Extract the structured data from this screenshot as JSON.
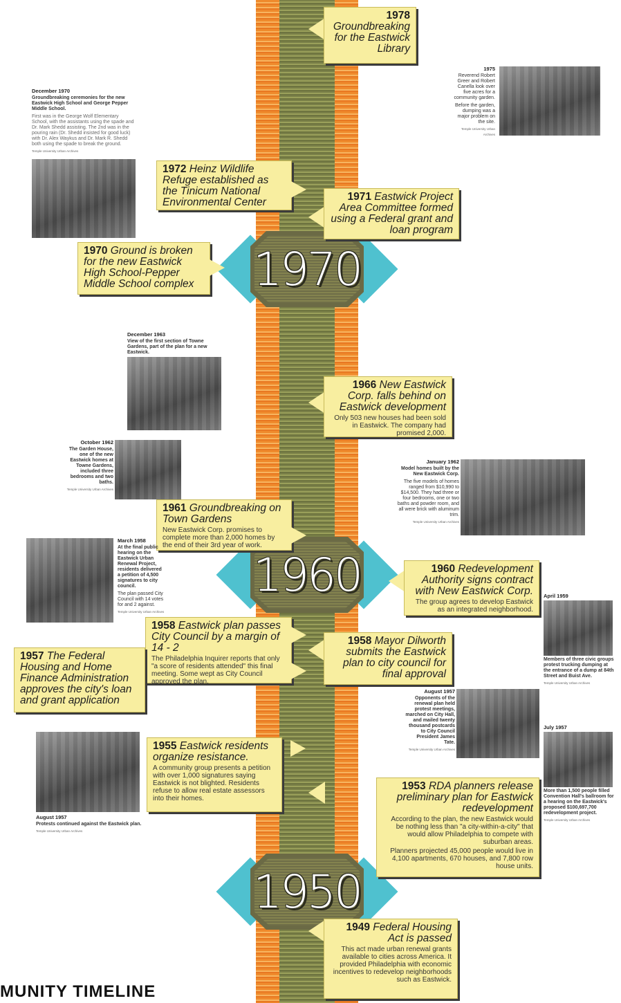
{
  "page_heading": "MUNITY TIMELINE",
  "years": {
    "y1970": "1970",
    "y1960": "1960",
    "y1950": "1950"
  },
  "events": {
    "e1978": {
      "year": "1978",
      "title": "Groundbreaking for the Eastwick Library"
    },
    "e1972": {
      "year": "1972",
      "title": "Heinz Wildlife Refuge established as the Tinicum National Environmental Center"
    },
    "e1971": {
      "year": "1971",
      "title": "Eastwick Project Area Committee formed using a Federal grant and loan program"
    },
    "e1970": {
      "year": "1970",
      "title": "Ground is broken for the new Eastwick High School-Pepper Middle School complex"
    },
    "e1966": {
      "year": "1966",
      "title": "New Eastwick Corp. falls behind on Eastwick development",
      "detail": "Only 503 new houses had been sold in Eastwick. The company had promised 2,000."
    },
    "e1961": {
      "year": "1961",
      "title": "Groundbreaking on Town Gardens",
      "detail": "New Eastwick Corp. promises to complete more than 2,000 homes by the end of their 3rd year of work."
    },
    "e1960": {
      "year": "1960",
      "title": "Redevelopment Authority signs contract with New Eastwick Corp.",
      "detail": "The group agrees to develop Eastwick as an integrated neighborhood."
    },
    "e1958a": {
      "year": "1958",
      "title": "Eastwick plan passes City Council by a margin of 14 - 2",
      "detail": "The Philadelphia Inquirer reports that only \"a score of residents attended\" this final meeting. Some wept as City Council approved the plan."
    },
    "e1958b": {
      "year": "1958",
      "title": "Mayor Dilworth submits the Eastwick plan to city council for final approval"
    },
    "e1957": {
      "year": "1957",
      "title": "The Federal Housing and Home Finance Administration approves the city's loan and grant application"
    },
    "e1955": {
      "year": "1955",
      "title": "Eastwick residents organize resistance.",
      "detail": "A community group presents a petition with over 1,000 signatures saying Eastwick is not blighted. Residents refuse to allow real estate assessors into their homes."
    },
    "e1953": {
      "year": "1953",
      "title": "RDA planners release preliminary plan for Eastwick redevelopment",
      "detail": "According to the plan, the new Eastwick would be nothing less than \"a city-within-a-city\" that would allow Philadelphia to compete with suburban areas.",
      "detail2": "Planners projected 45,000 people would live in 4,100 apartments, 670 houses, and 7,800 row house units."
    },
    "e1949": {
      "year": "1949",
      "title": "Federal Housing Act is passed",
      "detail": "This act made urban renewal grants available to cities across America. It provided Philadelphia with economic incentives to redevelop neighborhoods such as Eastwick."
    }
  },
  "photos": {
    "p1975": {
      "date": "1975",
      "caption": "Reverend Robert Greer and Robert Canella look over five acres for a community garden.",
      "note": "Before the garden, dumping was a major problem on the site.",
      "source": "Temple University Urban Archives"
    },
    "p1970": {
      "date": "December 1970",
      "caption": "Groundbreaking ceremonies for the new Eastwick High School and George Pepper Middle School.",
      "note": "First was in the George Wolf Elementary School, with the assistants using the spade and Dr. Mark Shedd assisting. The 2nd was in the pouring rain (Dr. Shedd insisted for good luck) with Dr. Alex Waykus and Dr. Mark R. Shedd both using the spade to break the ground.",
      "source": "Temple University Urban Archives"
    },
    "p1963": {
      "date": "December 1963",
      "caption": "View of the first section of Towne Gardens, part of the plan for a new Eastwick.",
      "source": "Temple University Urban Archives"
    },
    "p1962a": {
      "date": "October 1962",
      "caption": "The Garden House, one of the new Eastwick homes at Towne Gardens, included three bedrooms and two baths.",
      "source": "Temple University Urban Archives"
    },
    "p1962b": {
      "date": "January 1962",
      "caption": "Model homes built by the New Eastwick Corp.",
      "note": "The five models of homes ranged from $10,990 to $14,500. They had three or four bedrooms, one or two baths and powder room, and all were brick with aluminum trim.",
      "source": "Temple University Urban Archives"
    },
    "p1958": {
      "date": "March 1958",
      "caption": "At the final public hearing on the Eastwick Urban Renewal Project, residents delivered a petition of 4,500 signatures to city council.",
      "note": "The plan passed City Council with 14 votes for and 2 against.",
      "source": "Temple University Urban Archives"
    },
    "p1959": {
      "date": "April 1959",
      "caption": "Members of three civic groups protest trucking dumping at the entrance of a dump at 84th Street and Buist Ave.",
      "source": "Temple University Urban Archives"
    },
    "p1957a": {
      "date": "August 1957",
      "caption": "Opponents of the renewal plan held protest meetings, marched on City Hall, and mailed twenty thousand postcards to City Council President James Tate.",
      "source": "Temple University Urban Archives"
    },
    "p1957b": {
      "date": "July 1957",
      "caption": "More than 1,500 people filled Convention Hall's ballroom for a hearing on the Eastwick's proposed $100,697,700 redevelopment project.",
      "source": "Temple University Urban Archives"
    },
    "p1957c": {
      "date": "August 1957",
      "caption": "Protests continued against the Eastwick plan.",
      "source": "Temple University Urban Archives"
    }
  },
  "colors": {
    "spine_orange": "#ef8a2c",
    "spine_olive": "#7a8048",
    "event_yellow": "#f8eea0",
    "diamond_teal": "#4fc1cf",
    "year_badge": "#6b6a45"
  }
}
